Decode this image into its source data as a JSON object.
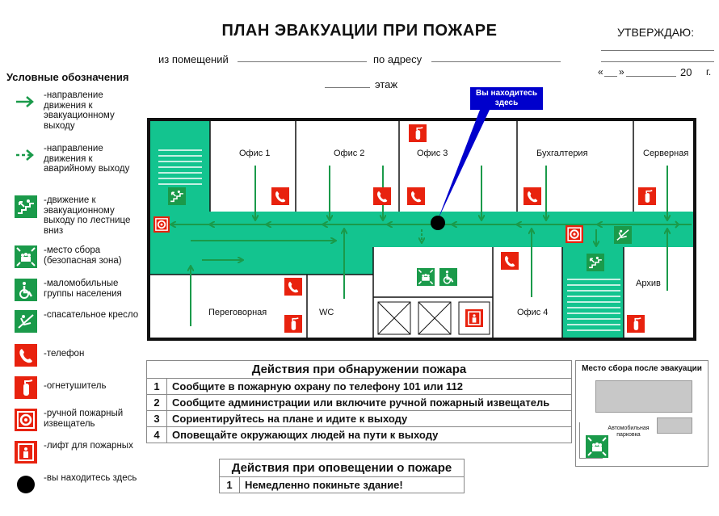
{
  "header": {
    "title": "ПЛАН ЭВАКУАЦИИ ПРИ ПОЖАРЕ",
    "approve": "УТВЕРЖДАЮ:",
    "from_rooms": "из помещений",
    "by_address": "по адресу",
    "floor": "этаж",
    "date_open": "«",
    "date_close": "»",
    "year": "20",
    "year_suffix": "г."
  },
  "legend": {
    "title": "Условные обозначения",
    "items": [
      {
        "icon": "green-arrow-icon",
        "text": "-направление движения к эвакуационному выходу"
      },
      {
        "icon": "green-dashed-arrow-icon",
        "text": "-направление движения к аварийному выходу"
      },
      {
        "icon": "stairs-down-icon",
        "text": "-движение к эвакуационному выходу по лестнице вниз"
      },
      {
        "icon": "assembly-point-icon",
        "text": "-место сбора (безопасная зона)"
      },
      {
        "icon": "wheelchair-icon",
        "text": "-маломобильные группы населения"
      },
      {
        "icon": "rescue-chair-icon",
        "text": "-спасательное кресло"
      },
      {
        "icon": "phone-icon",
        "text": "-телефон"
      },
      {
        "icon": "fire-extinguisher-icon",
        "text": "-огнетушитель"
      },
      {
        "icon": "fire-alarm-button-icon",
        "text": "-ручной пожарный извещатель"
      },
      {
        "icon": "firefighter-elevator-icon",
        "text": "-лифт для пожарных"
      },
      {
        "icon": "you-are-here-dot-icon",
        "text": "-вы находитесь здесь"
      }
    ]
  },
  "plan": {
    "you_are_here": "Вы находитесь здесь",
    "rooms": {
      "office1": "Офис 1",
      "office2": "Офис 2",
      "office3": "Офис 3",
      "accounting": "Бухгалтерия",
      "server": "Серверная",
      "meeting": "Переговорная",
      "wc": "WC",
      "office4": "Офис 4",
      "archive": "Архив"
    }
  },
  "fire_actions": {
    "title": "Действия при обнаружении пожара",
    "rows": [
      {
        "n": "1",
        "text": "Сообщите в пожарную охрану по телефону 101 или 112"
      },
      {
        "n": "2",
        "text": "Сообщите администрации или включите ручной пожарный извещатель"
      },
      {
        "n": "3",
        "text": "Сориентируйтесь на плане и идите к выходу"
      },
      {
        "n": "4",
        "text": "Оповещайте окружающих людей на пути к выходу"
      }
    ]
  },
  "alert_actions": {
    "title": "Действия при оповещении о пожаре",
    "rows": [
      {
        "n": "1",
        "text": "Немедленно покиньте здание!"
      }
    ]
  },
  "assembly": {
    "title": "Место сбора после эвакуации",
    "parking": "Автомобильная парковка"
  },
  "colors": {
    "green": "#13c48f",
    "arrow": "#1a9a4a",
    "red": "#e8220e",
    "blue": "#0000cc"
  }
}
